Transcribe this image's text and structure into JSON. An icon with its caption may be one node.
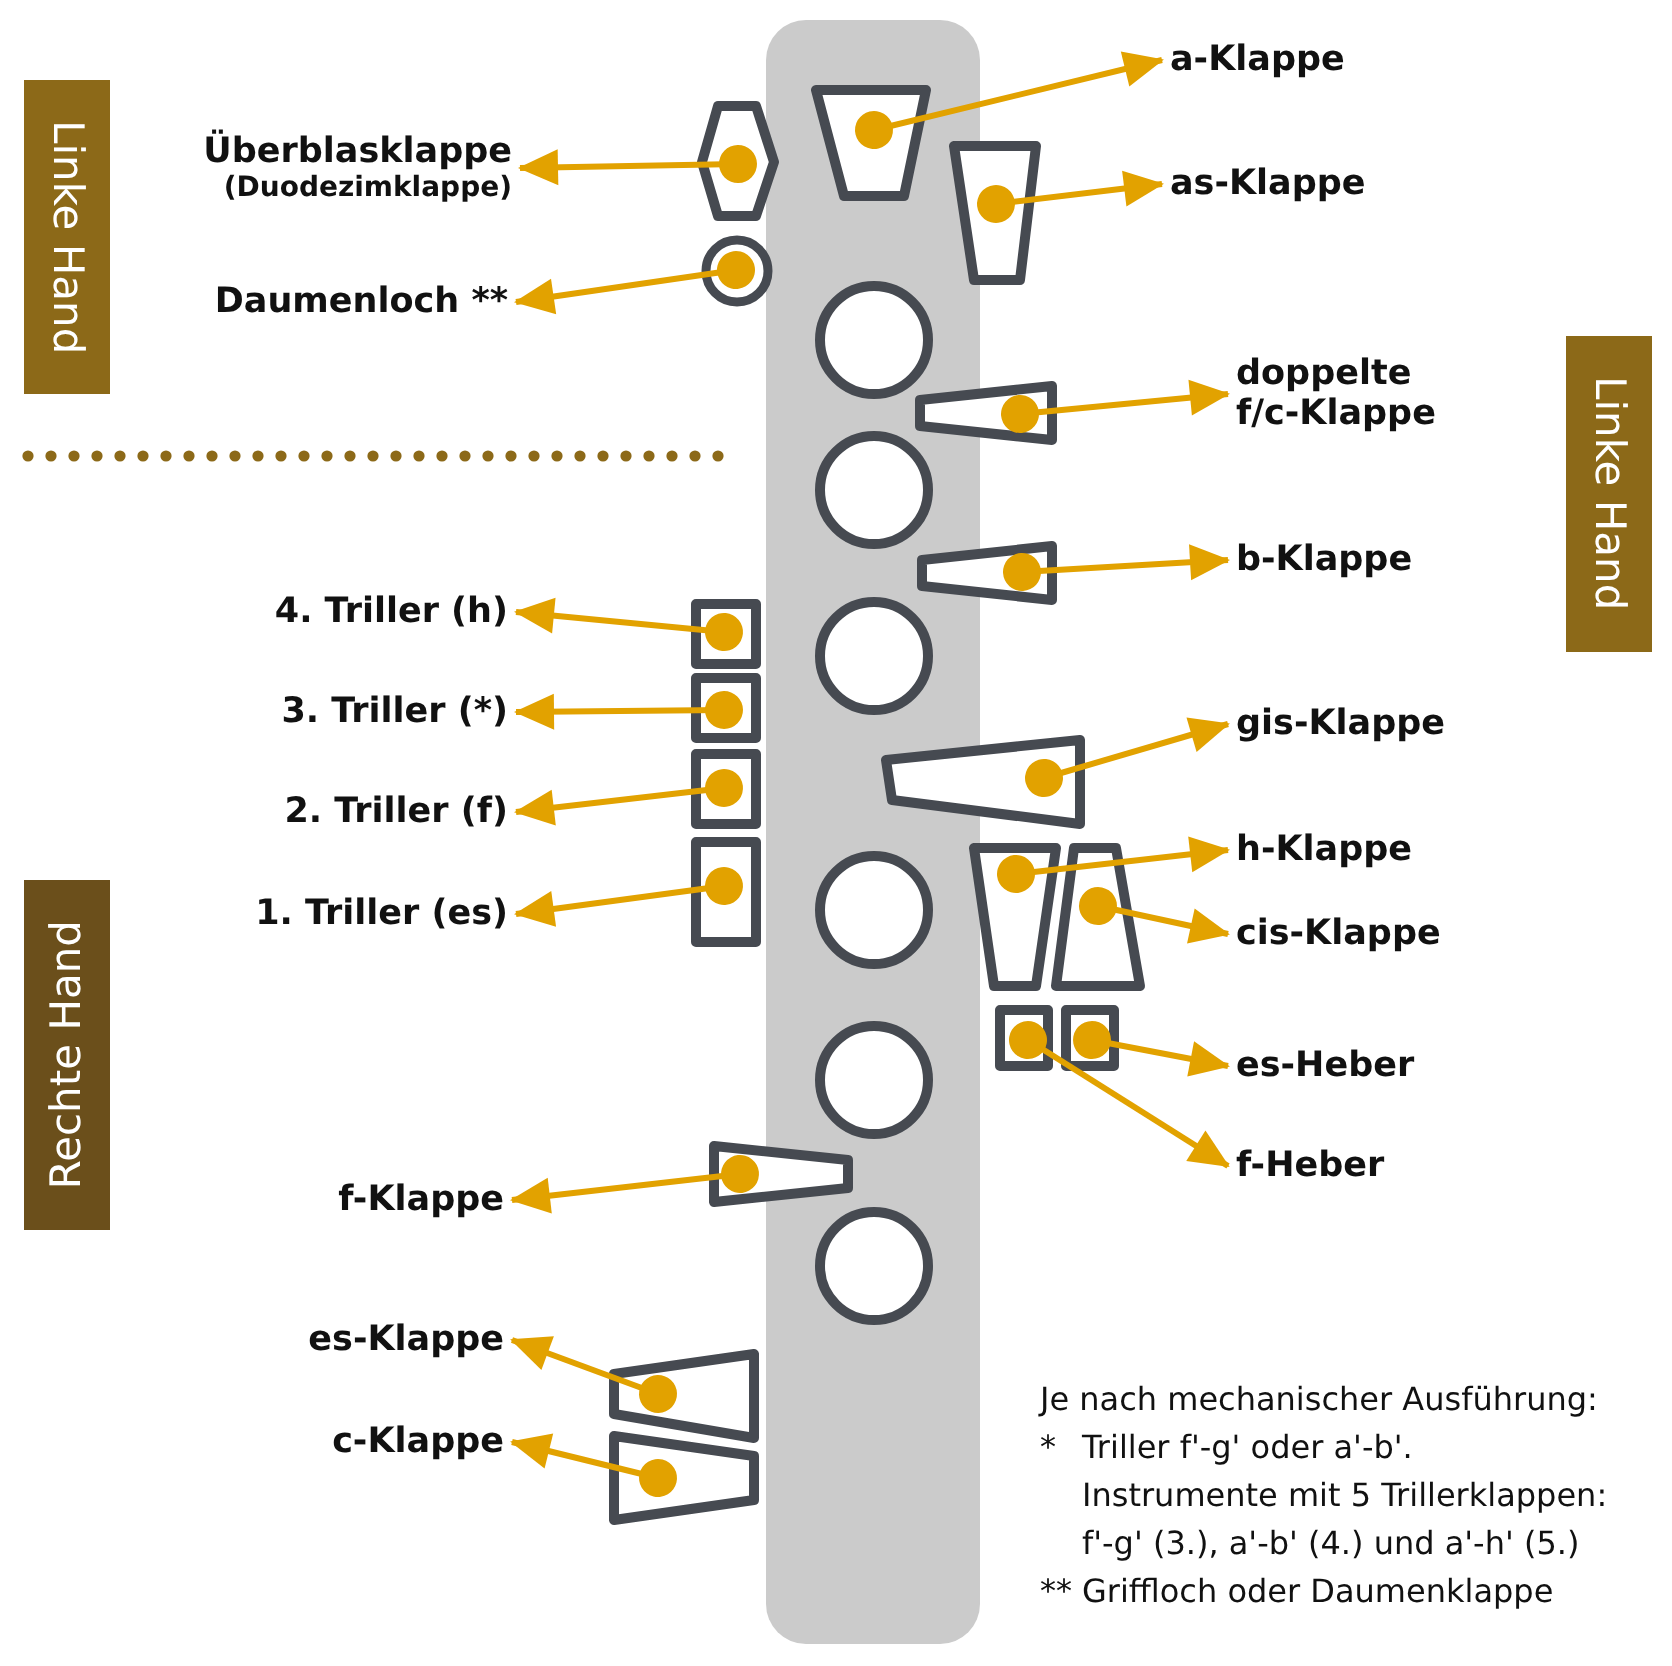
{
  "diagram": {
    "nodes": [
      {
        "text": [
          "Linke Hand"
        ]
      },
      {
        "text": [],
        "shape": "trapezoid"
      },
      {
        "text": [
          "a-Klappe"
        ]
      },
      {
        "text": [],
        "shape": "hexagon"
      },
      {
        "text": [
          "Überblasklappe",
          "(Duodezimklappe)"
        ]
      },
      {
        "text": [],
        "shape": "trapezoid"
      },
      {
        "text": [
          "as-Klappe"
        ]
      },
      {
        "text": [],
        "shape": "ring"
      },
      {
        "text": [
          "Daumenloch **"
        ]
      },
      {
        "text": [
          "Linke Hand"
        ]
      },
      {
        "text": [],
        "shape": "trapezoid"
      },
      {
        "text": [
          "doppelte f/c-Klappe"
        ]
      },
      {
        "text": [],
        "shape": "trapezoid"
      },
      {
        "text": [
          "b-Klappe"
        ]
      },
      {
        "text": [],
        "shape": "box"
      },
      {
        "text": [
          "4. Triller (h)"
        ]
      },
      {
        "text": [],
        "shape": "box"
      },
      {
        "text": [
          "3. Triller (*)"
        ]
      },
      {
        "text": [],
        "shape": "trapezoid"
      },
      {
        "text": [
          "gis-Klappe"
        ]
      },
      {
        "text": [],
        "shape": "box"
      },
      {
        "text": [
          "2. Triller (f)"
        ]
      },
      {
        "text": [],
        "shape": "box"
      },
      {
        "text": [
          "1. Triller (es)"
        ]
      },
      {
        "text": [],
        "shape": "trapezoid"
      },
      {
        "text": [
          "h-Klappe"
        ]
      },
      {
        "text": [],
        "shape": "trapezoid"
      },
      {
        "text": [
          "cis-Klappe"
        ]
      },
      {
        "text": [
          "Rechte Hand"
        ]
      },
      {
        "text": [],
        "shape": "box"
      },
      {
        "text": [
          "es-Heber"
        ]
      },
      {
        "text": [],
        "shape": "box"
      },
      {
        "text": [
          "f-Heber"
        ]
      },
      {
        "text": [],
        "shape": "trapezoid"
      },
      {
        "text": [
          "f-Klappe"
        ]
      },
      {
        "text": [],
        "shape": "trapezoid"
      },
      {
        "text": [
          "es-Klappe"
        ]
      },
      {
        "text": [],
        "shape": "trapezoid"
      },
      {
        "text": [
          "c-Klappe"
        ]
      }
    ],
    "edges": [
      {
        "from": 1,
        "to": 2,
        "arrow": "to"
      },
      {
        "from": 3,
        "to": 4,
        "arrow": "to"
      },
      {
        "from": 5,
        "to": 6,
        "arrow": "to"
      },
      {
        "from": 7,
        "to": 8,
        "arrow": "to"
      },
      {
        "from": 10,
        "to": 11,
        "arrow": "to"
      },
      {
        "from": 12,
        "to": 13,
        "arrow": "to"
      },
      {
        "from": 14,
        "to": 15,
        "arrow": "to"
      },
      {
        "from": 16,
        "to": 17,
        "arrow": "to"
      },
      {
        "from": 18,
        "to": 19,
        "arrow": "to"
      },
      {
        "from": 20,
        "to": 21,
        "arrow": "to"
      },
      {
        "from": 22,
        "to": 23,
        "arrow": "to"
      },
      {
        "from": 24,
        "to": 25,
        "arrow": "to"
      },
      {
        "from": 26,
        "to": 27,
        "arrow": "to"
      },
      {
        "from": 29,
        "to": 30,
        "arrow": "to"
      },
      {
        "from": 31,
        "to": 32,
        "arrow": "to"
      },
      {
        "from": 33,
        "to": 34,
        "arrow": "to"
      },
      {
        "from": 35,
        "to": 36,
        "arrow": "to"
      },
      {
        "from": 37,
        "to": 38,
        "arrow": "to"
      }
    ],
    "labels": [
      "Je nach mechanischer Ausführung:",
      "*",
      "Triller f'-g' oder a'-b'.",
      "Instrumente mit 5 Trillerklappen: f'-g' (3.), a'-b' (4.) und a'-h' (5.)",
      "**",
      "Griffloch oder Daumenklappe"
    ]
  }
}
